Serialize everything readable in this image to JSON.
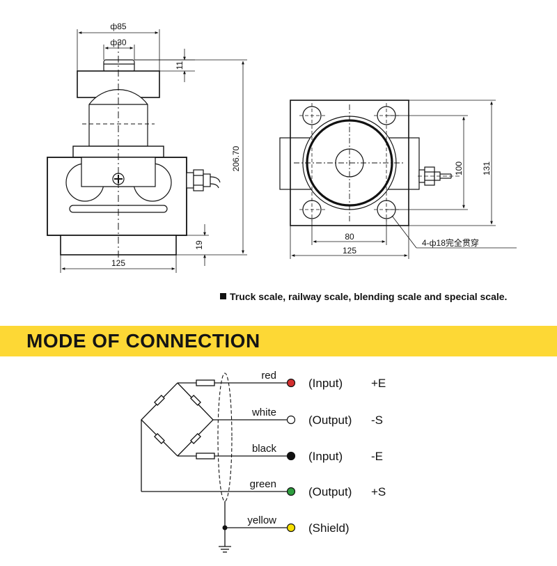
{
  "side_view": {
    "dim_top_outer": "ф85",
    "dim_top_inner": "ф30",
    "dim_cap_height": "11",
    "dim_total_height": "206.70",
    "dim_base_height": "19",
    "dim_base_width": "125"
  },
  "top_view": {
    "dim_inner_height": "100",
    "dim_outer_height": "131",
    "dim_hole_spacing": "80",
    "dim_width": "125",
    "hole_note": "4-ф18完全贯穿"
  },
  "caption": "Truck scale, railway scale, blending scale and special scale.",
  "section_title": "MODE OF CONNECTION",
  "wiring": [
    {
      "color_name": "red",
      "signal": "(Input)",
      "code": "+E",
      "dot_color": "#d32f2f",
      "filled": true
    },
    {
      "color_name": "white",
      "signal": "(Output)",
      "code": "-S",
      "dot_color": "#ffffff",
      "filled": false
    },
    {
      "color_name": "black",
      "signal": "(Input)",
      "code": "-E",
      "dot_color": "#111111",
      "filled": true
    },
    {
      "color_name": "green",
      "signal": "(Output)",
      "code": "+S",
      "dot_color": "#2e9e3e",
      "filled": true
    },
    {
      "color_name": "yellow",
      "signal": "(Shield)",
      "code": "",
      "dot_color": "#f7e000",
      "filled": true
    }
  ],
  "colors": {
    "banner": "#fdd835",
    "line": "#111111"
  }
}
